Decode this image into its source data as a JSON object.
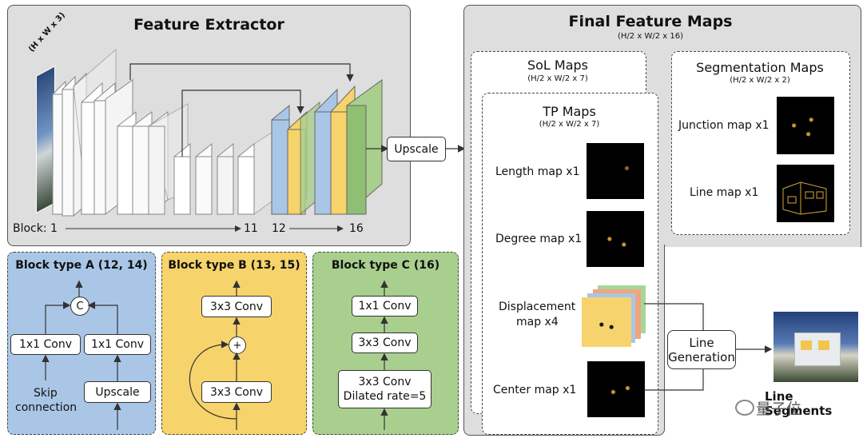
{
  "feature_extractor": {
    "title": "Feature Extractor",
    "input_dim": "(H x W x 3)",
    "block_axis": {
      "prefix": "Block: 1",
      "mid1": "11",
      "mid2": "12",
      "end": "16"
    },
    "upscale_label": "Upscale"
  },
  "final_maps": {
    "title": "Final Feature Maps",
    "dim": "(H/2 x W/2 x 16)",
    "sol": {
      "title": "SoL Maps",
      "dim": "(H/2 x W/2 x 7)"
    },
    "tp": {
      "title": "TP Maps",
      "dim": "(H/2 x W/2 x 7)",
      "length": "Length map x1",
      "degree": "Degree map x1",
      "displacement_line1": "Displacement",
      "displacement_line2": "map x4",
      "center": "Center map x1"
    },
    "seg": {
      "title": "Segmentation Maps",
      "dim": "(H/2 x W/2 x 2)",
      "junction": "Junction map x1",
      "line": "Line map x1"
    }
  },
  "block_a": {
    "title": "Block type A (12, 14)",
    "concat": "C",
    "conv_left": "1x1 Conv",
    "conv_right": "1x1 Conv",
    "upscale": "Upscale",
    "skip_line1": "Skip",
    "skip_line2": "connection"
  },
  "block_b": {
    "title": "Block type B (13, 15)",
    "conv_top": "3x3 Conv",
    "add": "+",
    "conv_bottom": "3x3 Conv"
  },
  "block_c": {
    "title": "Block type C (16)",
    "conv1": "1x1 Conv",
    "conv2": "3x3 Conv",
    "conv3_line1": "3x3 Conv",
    "conv3_line2": "Dilated rate=5"
  },
  "line_generation": {
    "line1": "Line",
    "line2": "Generation"
  },
  "output_label": "Line Segments",
  "watermark": "量子位",
  "colors": {
    "block_a": "#a9c6e6",
    "block_b": "#f7d36b",
    "block_c": "#a8cf8e",
    "panel_gray": "#dedede"
  }
}
